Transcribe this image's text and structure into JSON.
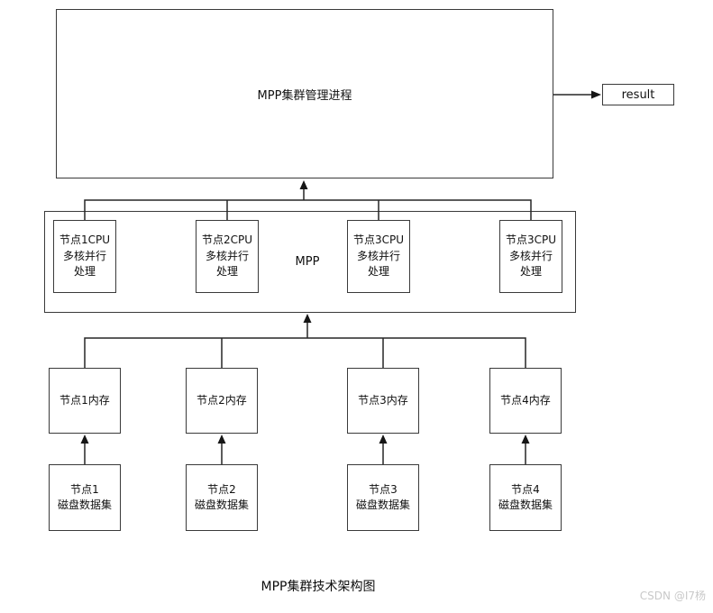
{
  "diagram": {
    "manager_box": {
      "label": "MPP集群管理进程"
    },
    "result_box": {
      "label": "result"
    },
    "mpp_group": {
      "label": "MPP"
    },
    "cpu_nodes": [
      {
        "label": "节点1CPU\n多核并行\n处理"
      },
      {
        "label": "节点2CPU\n多核并行\n处理"
      },
      {
        "label": "节点3CPU\n多核并行\n处理"
      },
      {
        "label": "节点3CPU\n多核并行\n处理"
      }
    ],
    "memory_nodes": [
      {
        "label": "节点1内存"
      },
      {
        "label": "节点2内存"
      },
      {
        "label": "节点3内存"
      },
      {
        "label": "节点4内存"
      }
    ],
    "disk_nodes": [
      {
        "label": "节点1\n磁盘数据集"
      },
      {
        "label": "节点2\n磁盘数据集"
      },
      {
        "label": "节点3\n磁盘数据集"
      },
      {
        "label": "节点4\n磁盘数据集"
      }
    ],
    "caption": "MPP集群技术架构图",
    "watermark": "CSDN @I7杨",
    "colors": {
      "stroke": "#262626",
      "text": "#111111",
      "watermark": "#c9c9c9",
      "background": "#ffffff"
    }
  }
}
